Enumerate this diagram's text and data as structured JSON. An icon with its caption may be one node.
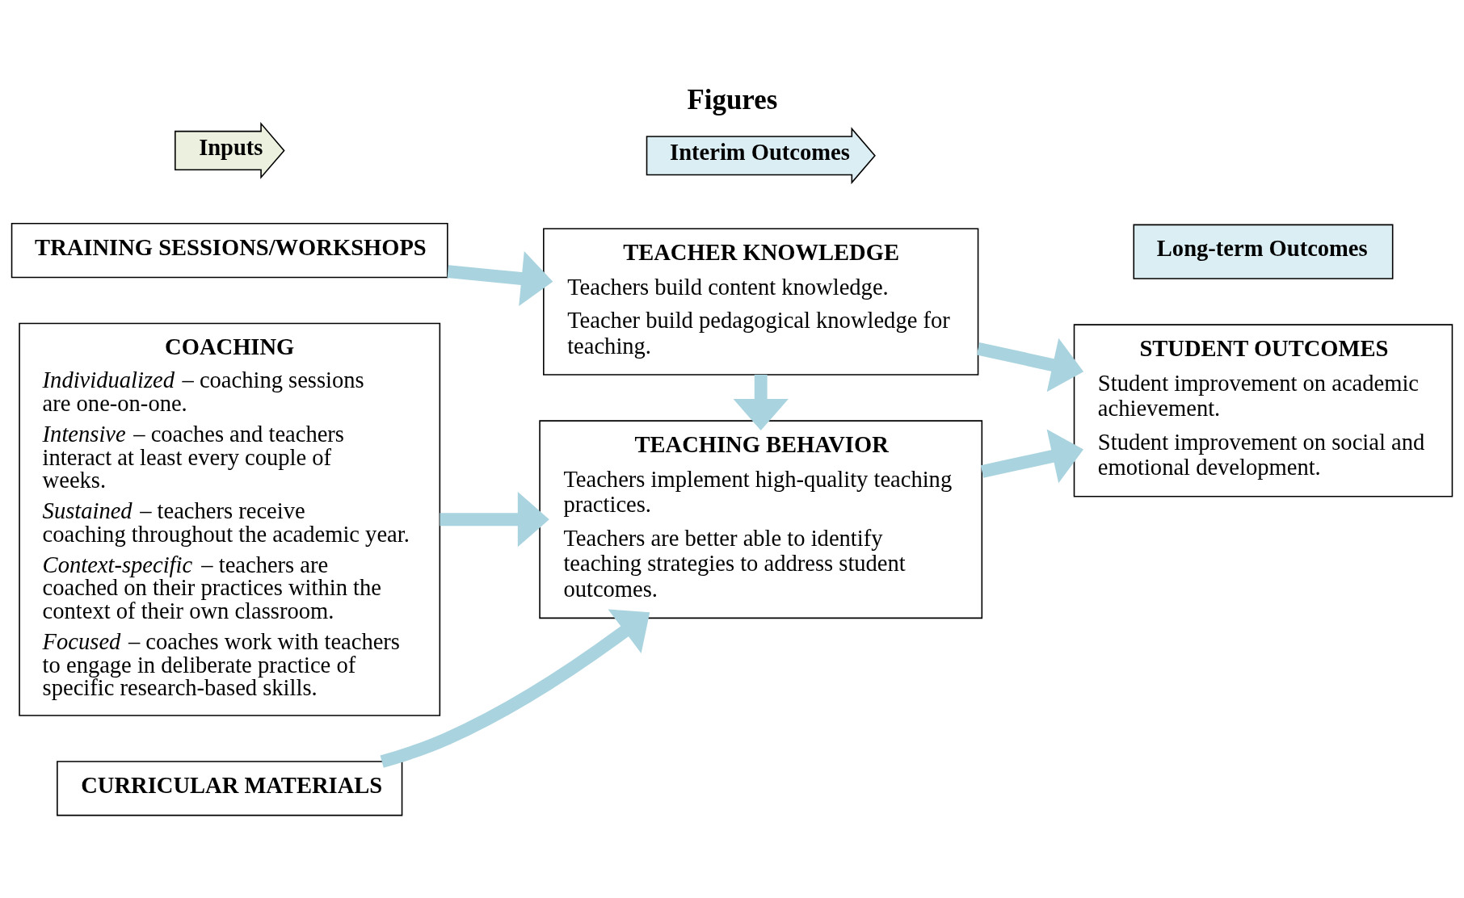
{
  "diagram": {
    "title": "Figures",
    "nodes": [
      {
        "text": [
          "Inputs"
        ]
      },
      {
        "text": [
          "Interim Outcomes"
        ]
      },
      {
        "text": [
          "Long-term Outcomes"
        ]
      },
      {
        "text": [
          "TRAINING SESSIONS/WORKSHOPS"
        ]
      },
      {
        "text": [
          "COACHING",
          "*Individualized* – coaching sessions are one-on-one.",
          "*Intensive* – coaches and teachers interact at least every couple of weeks.",
          "*Sustained* – teachers receive coaching throughout the academic year.",
          "*Context-specific* – teachers are coached on their practices within the context of their own classroom.",
          "*Focused* – coaches work with teachers to engage in deliberate practice of specific research-based skills."
        ]
      },
      {
        "text": [
          "CURRICULAR MATERIALS"
        ]
      },
      {
        "text": [
          "TEACHER KNOWLEDGE",
          "Teachers build content knowledge.",
          "Teacher build pedagogical knowledge for teaching."
        ]
      },
      {
        "text": [
          "TEACHING BEHAVIOR",
          "Teachers implement high-quality teaching practices.",
          "Teachers are better able to identify teaching strategies to address student outcomes."
        ]
      },
      {
        "text": [
          "STUDENT OUTCOMES",
          "Student improvement on academic achievement.",
          "Student improvement on social and emotional development."
        ]
      }
    ],
    "edges": [
      {
        "from": 3,
        "to": 6,
        "arrow": "to"
      },
      {
        "from": 6,
        "to": 7,
        "arrow": "to"
      },
      {
        "from": 4,
        "to": 7,
        "arrow": "to"
      },
      {
        "from": 5,
        "to": 7,
        "arrow": "to"
      },
      {
        "from": 6,
        "to": 8,
        "arrow": "to"
      },
      {
        "from": 7,
        "to": 8,
        "arrow": "to"
      }
    ]
  }
}
